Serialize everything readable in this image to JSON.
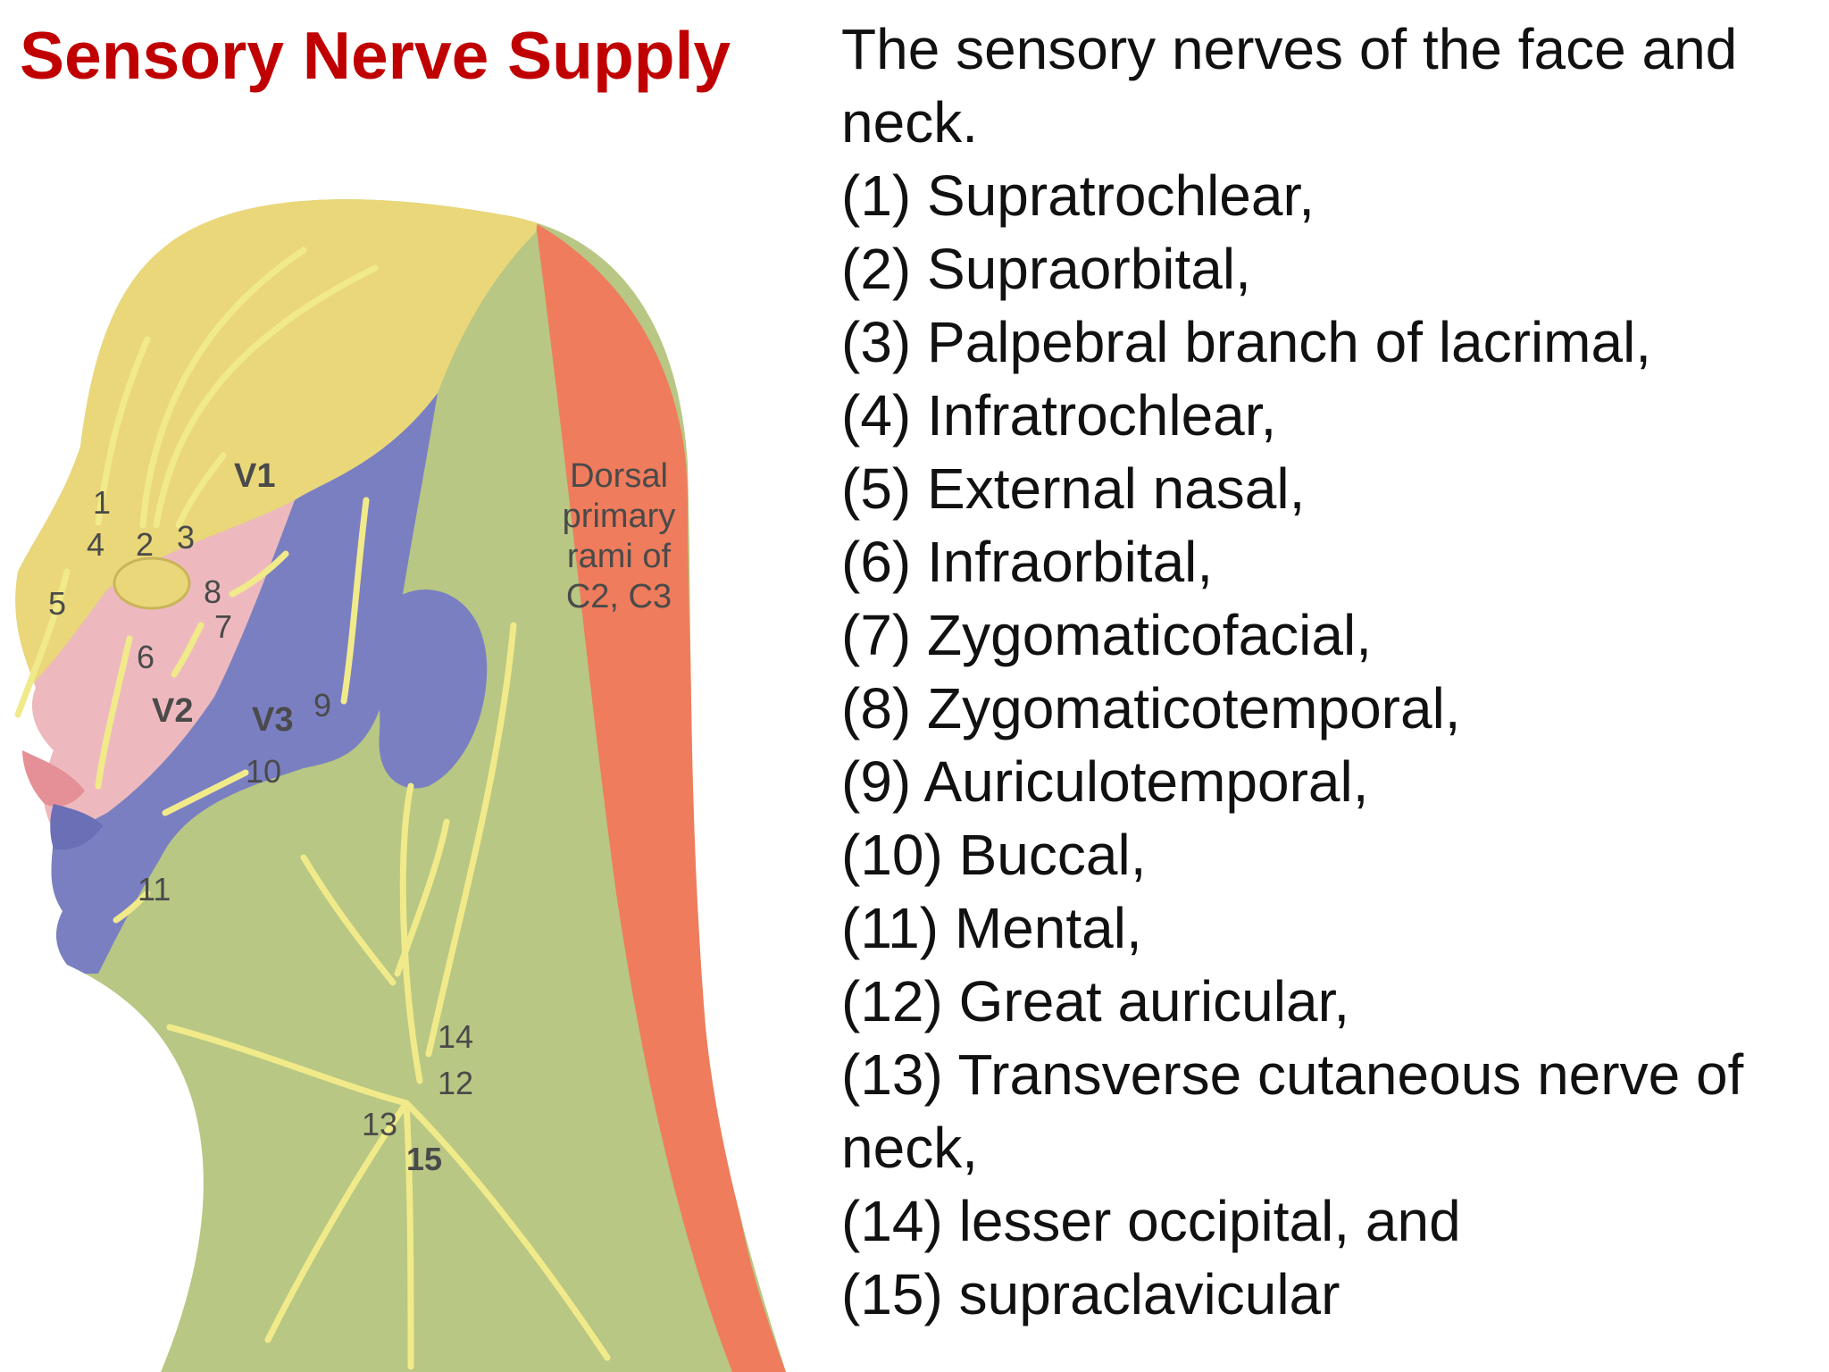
{
  "title": "Sensory Nerve Supply",
  "colors": {
    "title": "#c00000",
    "v1_yellow": "#ead77a",
    "v2_pink": "#eeb9be",
    "v3_blue": "#7a7fc2",
    "neck_green": "#b8c783",
    "dorsal_orange": "#ef7c5c",
    "nerve": "#f1ea8a",
    "label": "#4a4a4a"
  },
  "diagram": {
    "regions": {
      "v1": "V1",
      "v2": "V2",
      "v3": "V3"
    },
    "dorsal_label": [
      "Dorsal",
      "primary",
      "rami of",
      "C2, C3"
    ],
    "numbers": {
      "n1": "1",
      "n2": "2",
      "n3": "3",
      "n4": "4",
      "n5": "5",
      "n6": "6",
      "n7": "7",
      "n8": "8",
      "n9": "9",
      "n10": "10",
      "n11": "11",
      "n12": "12",
      "n13": "13",
      "n14": "14",
      "n15": "15"
    }
  },
  "caption": {
    "intro": "The sensory nerves of the face and neck.",
    "items": [
      "(1) Supratrochlear,",
      "(2) Supraorbital,",
      "(3) Palpebral branch of lacrimal,",
      "(4) Infratrochlear,",
      "(5) External nasal,",
      "(6) Infraorbital,",
      "(7) Zygomaticofacial,",
      "(8) Zygomaticotemporal,",
      "(9) Auriculotemporal,",
      "(10) Buccal,",
      "(11) Mental,",
      "(12) Great auricular,",
      "(13) Transverse cutaneous nerve of neck,",
      "(14) lesser occipital, and",
      "(15) supraclavicular"
    ]
  }
}
